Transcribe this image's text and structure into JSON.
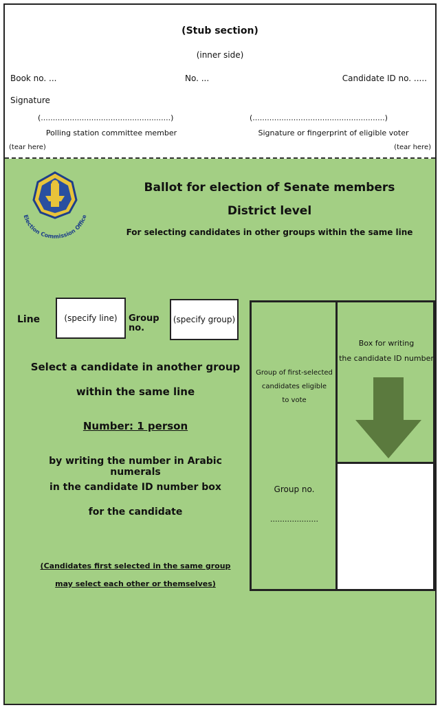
{
  "stub": {
    "title": "(Stub section)",
    "subtitle": "(inner side)",
    "book_no": "Book no. ...",
    "number": "No. ...",
    "candidate_id": "Candidate ID no. .....",
    "sign": "Signature",
    "sig_left": "(......................................................)",
    "sig_right": "(.......................................................)",
    "caption_left": "Polling station committee member",
    "caption_right": "Signature or fingerprint of eligible voter",
    "perf_left": "(tear here)",
    "perf_right": "(tear here)"
  },
  "ballot": {
    "title": "Ballot for election of Senate members",
    "level": "District level",
    "subtitle": "For selecting candidates in other groups within the same line",
    "logo_text": "Election Commission Office",
    "line_label": "Line",
    "line_placeholder": "(specify line)",
    "group_label": "Group no.",
    "group_placeholder": "(specify group)",
    "instruction_1": "Select a candidate in another group",
    "instruction_2": "within the same line",
    "instruction_count": "Number: 1 person",
    "instruction_3": "by writing the number in Arabic numerals",
    "instruction_4": "in the candidate ID number box",
    "instruction_5": "for the candidate",
    "note_1": "(Candidates first selected in the same group",
    "note_2": "may select each other or themselves)",
    "middle_col_1": "Group of first-selected",
    "middle_col_2": "candidates eligible",
    "middle_col_3": "to vote",
    "middle_group": "Group no.",
    "middle_dots": "....................",
    "right_col_1": "Box for writing",
    "right_col_2": "the candidate ID number"
  },
  "colors": {
    "ballot_bg": "#a3cf84",
    "arrow": "#5b7a3e",
    "border": "#222222"
  }
}
